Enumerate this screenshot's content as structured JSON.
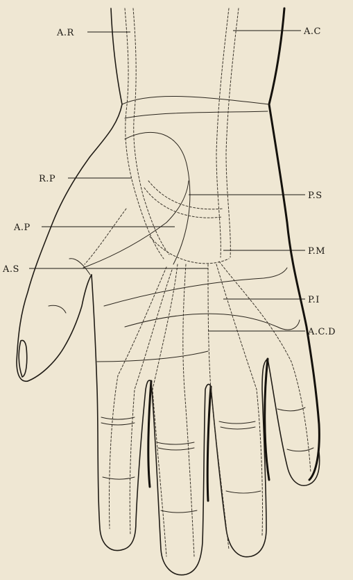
{
  "figure": {
    "labels": [
      {
        "id": "ar",
        "text": "A.R"
      },
      {
        "id": "ac",
        "text": "A.C"
      },
      {
        "id": "rp",
        "text": "R.P"
      },
      {
        "id": "ps",
        "text": "P.S"
      },
      {
        "id": "ap",
        "text": "A.P"
      },
      {
        "id": "pm",
        "text": "P.M"
      },
      {
        "id": "as",
        "text": "A.S"
      },
      {
        "id": "pi",
        "text": "P.I"
      },
      {
        "id": "acd",
        "text": "A.C.D"
      }
    ]
  }
}
